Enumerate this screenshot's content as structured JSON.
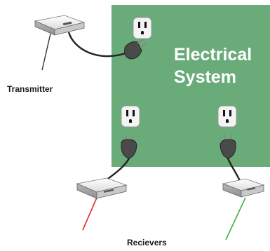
{
  "system": {
    "title_line1": "Electrical",
    "title_line2": "System",
    "panel_color": "#6aab7a"
  },
  "labels": {
    "transmitter": "Transmitter",
    "receivers": "Recievers"
  },
  "devices": {
    "transmitter": "transmitter-box",
    "receivers": [
      "receiver-box-left",
      "receiver-box-right"
    ]
  },
  "colors": {
    "receiver_left_antenna": "#e2262b",
    "receiver_right_antenna": "#3db33d",
    "cable": "#222222"
  }
}
